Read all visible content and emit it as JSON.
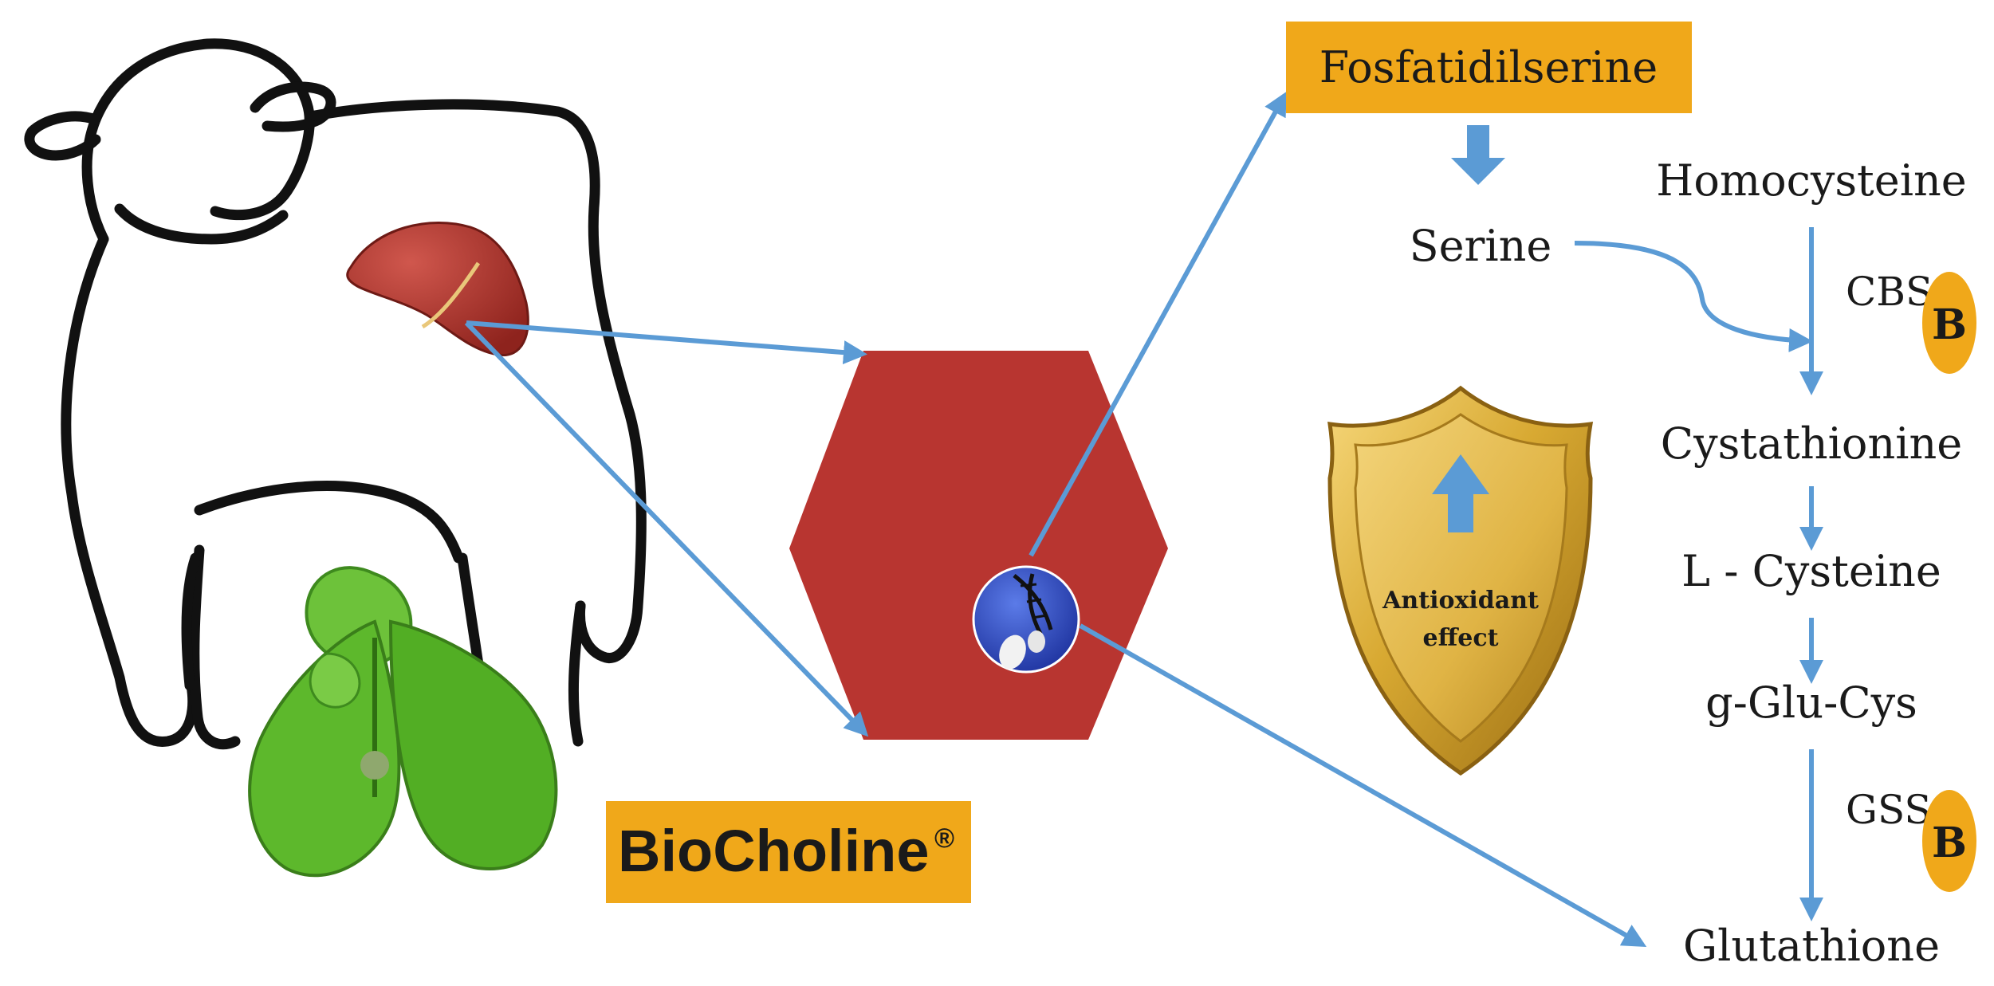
{
  "title_box": {
    "label": "Fosfatidilserine",
    "color": "#F0A81A"
  },
  "serine": {
    "label": "Serine"
  },
  "pathway": {
    "nodes": [
      "Homocysteine",
      "Cystathionine",
      "L - Cysteine",
      "g-Glu-Cys",
      "Glutathione"
    ],
    "enzymes": [
      {
        "name": "CBS",
        "cofactor": "B"
      },
      {
        "name": "GSS",
        "cofactor": "B"
      }
    ]
  },
  "shield": {
    "line1": "Antioxidant",
    "line2": "effect"
  },
  "brand": {
    "label": "BioCholine",
    "mark": "®",
    "color": "#F0A81A"
  },
  "colors": {
    "arrow": "#5B9BD5",
    "hexagon": "#B83530",
    "liver": "#B83A32",
    "leaf": "#5DB82C",
    "cell": "#2F4FC4",
    "gold": "#D4A72E"
  }
}
